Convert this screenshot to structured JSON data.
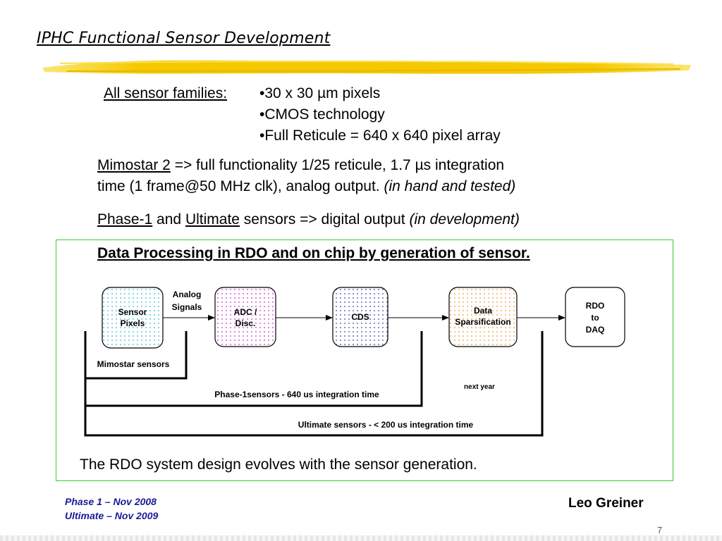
{
  "slide": {
    "title": "IPHC Functional Sensor Development",
    "families_label": "All sensor families:",
    "families_items": [
      "•30 x 30 µm pixels",
      "•CMOS technology",
      "•Full Reticule = 640 x 640 pixel array"
    ],
    "mimostar": {
      "name": "Mimostar 2",
      "line1_rest": " => full functionality 1/25 reticule, 1.7 µs integration",
      "line2": "time (1 frame@50 MHz clk), analog output. ",
      "status": "(in hand and tested)"
    },
    "phase": {
      "name1": "Phase-1",
      "and": " and ",
      "name2": "Ultimate",
      "rest": " sensors => digital output ",
      "status": "(in development)"
    },
    "diagram_heading": "Data Processing in RDO and on chip by generation of sensor.",
    "conclusion": "The RDO system design evolves with the sensor generation.",
    "footer": {
      "dates": [
        "Phase 1 – Nov 2008",
        "Ultimate – Nov 2009"
      ],
      "author": "Leo Greiner",
      "page": "7"
    }
  },
  "diagram": {
    "blocks": {
      "sensor": [
        "Sensor",
        "Pixels"
      ],
      "adc": [
        "ADC /",
        "Disc."
      ],
      "cds": [
        "CDS"
      ],
      "sparsification": [
        "Data",
        "Sparsification"
      ],
      "rdo": [
        "RDO",
        "to",
        "DAQ"
      ]
    },
    "analog_label": [
      "Analog",
      "Signals"
    ],
    "mimostar_label": "Mimostar sensors",
    "phase1_label": "Phase-1sensors - 640 us integration time",
    "next_year": "next year",
    "ultimate_label": "Ultimate sensors - < 200 us integration time",
    "colors": {
      "sensor": "#33bbcc",
      "adc": "#cc33cc",
      "cds": "#3344aa",
      "sparsification": "#ee9933",
      "frame": "#33cc33",
      "footer": "#1a1a99",
      "highlight": "#f5c800"
    }
  }
}
